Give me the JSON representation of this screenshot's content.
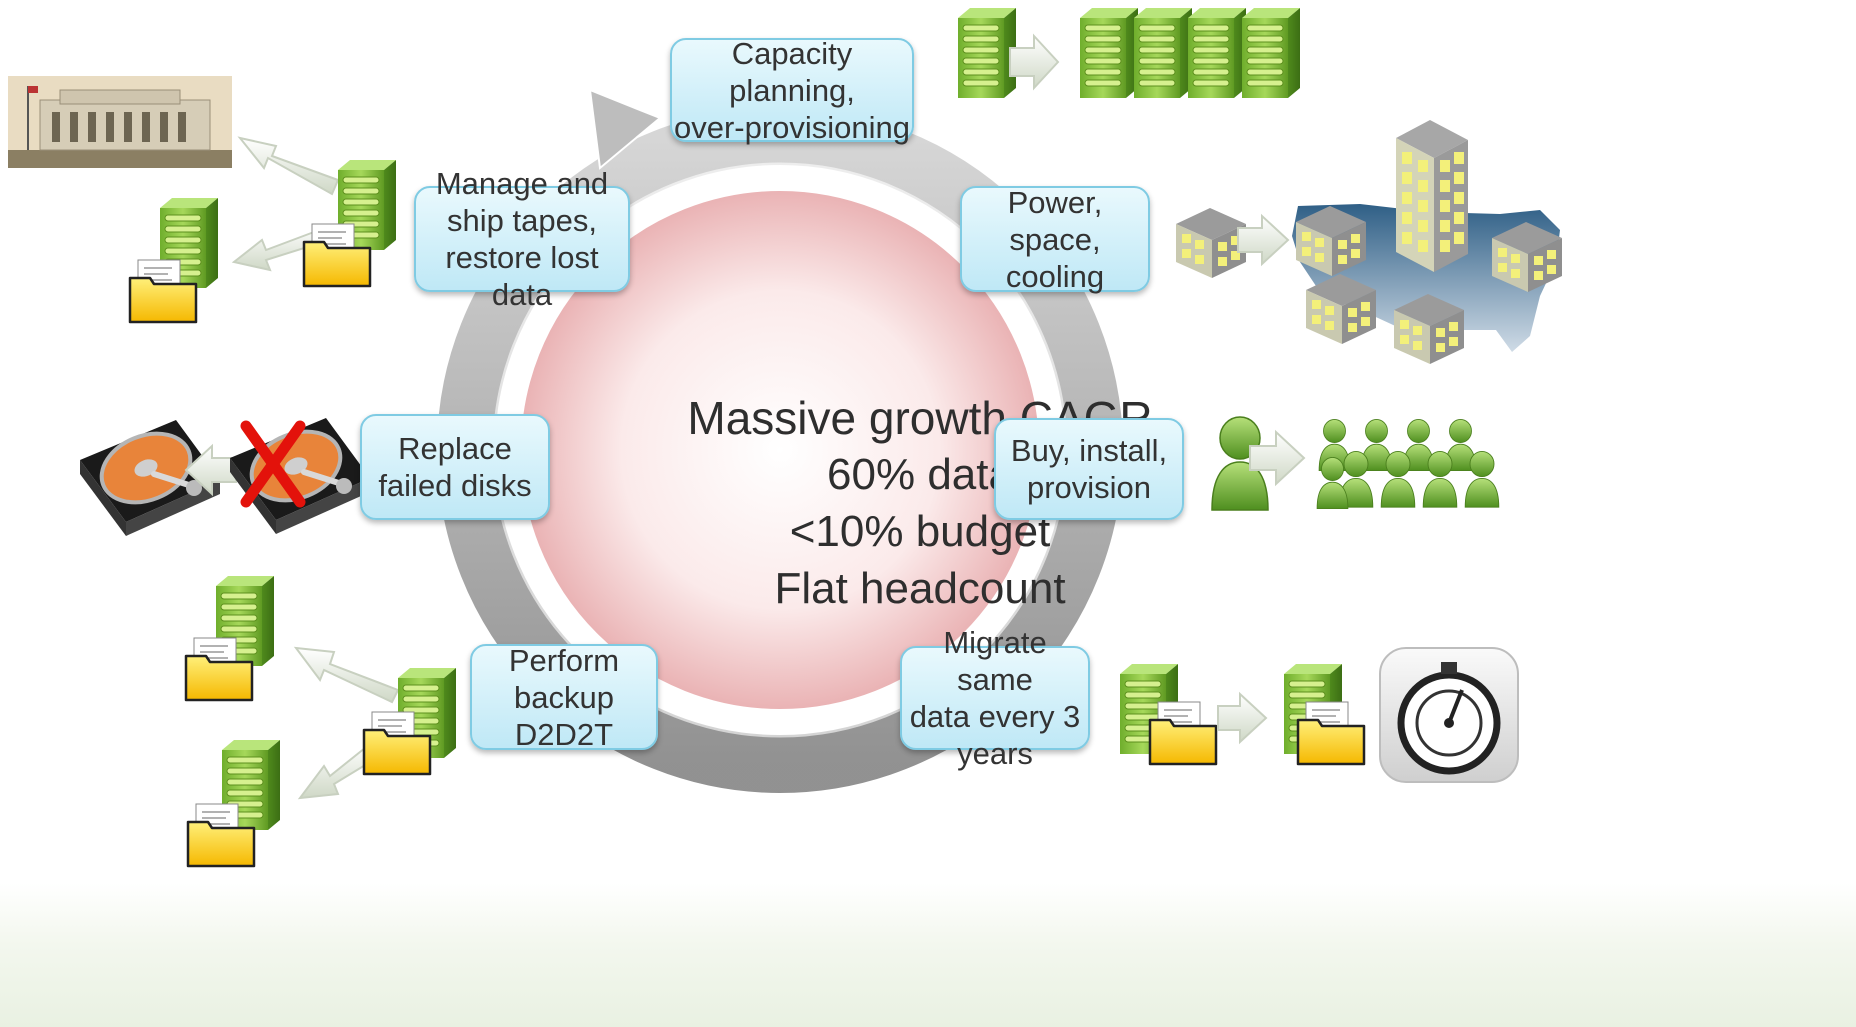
{
  "center": {
    "title": "Massive growth CAGR",
    "lines": [
      "60% data",
      "<10% budget",
      "Flat headcount"
    ]
  },
  "steps": {
    "capacity": "Capacity\nplanning,\nover-provisioning",
    "power": "Power,\nspace,\ncooling",
    "buy": "Buy, install,\nprovision",
    "migrate": "Migrate same\ndata every 3\nyears",
    "backup": "Perform\nbackup\nD2D2T",
    "replace": "Replace\nfailed disks",
    "tapes": "Manage and\nship tapes,\nrestore lost data"
  },
  "colors": {
    "accent_green": "#8cc63f",
    "box_fill": "#c7ecf8",
    "box_border": "#7fcbe3",
    "cycle_ring": "#9a9a9a",
    "center_fill": "#e7a9ab",
    "folder_yellow": "#ffd21f",
    "disk_orange": "#e8843a",
    "error_red": "#e3120b"
  },
  "icons": [
    "vault-building-photo",
    "server-icon",
    "folder-icon",
    "arrow-icon",
    "office-building-icon",
    "us-map-icon",
    "person-icon",
    "people-group-icon",
    "hard-disk-icon",
    "failed-disk-x-icon",
    "stopwatch-icon"
  ]
}
